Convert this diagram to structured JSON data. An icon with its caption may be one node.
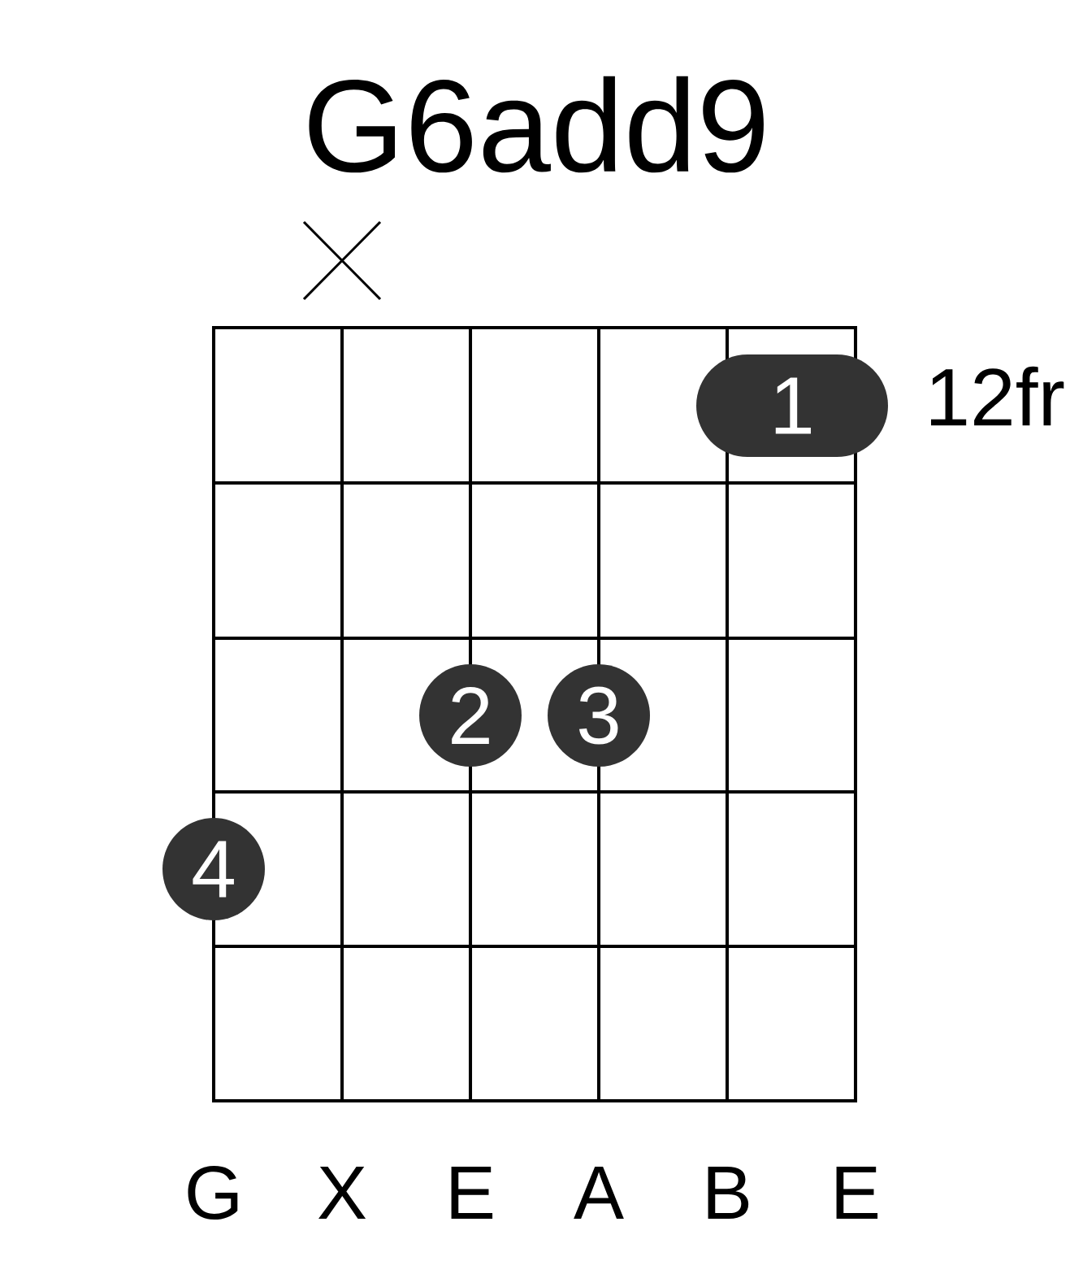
{
  "diagram": {
    "title": "G6add9",
    "nodes": [
      {
        "text": [
          "1"
        ]
      },
      {
        "text": [
          "2"
        ]
      },
      {
        "text": [
          "3"
        ]
      },
      {
        "text": [
          "4"
        ]
      }
    ],
    "labels": [
      "12fr",
      "G",
      "X",
      "E",
      "A",
      "B",
      "E"
    ]
  }
}
